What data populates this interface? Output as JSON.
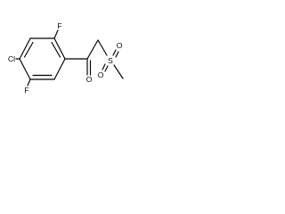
{
  "molecule": {
    "atoms": {
      "F1": "F",
      "Cl": "Cl",
      "F2": "F",
      "O_keto": "O",
      "S": "S",
      "O_s1": "O",
      "O_s2": "O"
    }
  },
  "colors": {
    "bond": "#000000",
    "label": "#000000",
    "background": "#ffffff"
  }
}
